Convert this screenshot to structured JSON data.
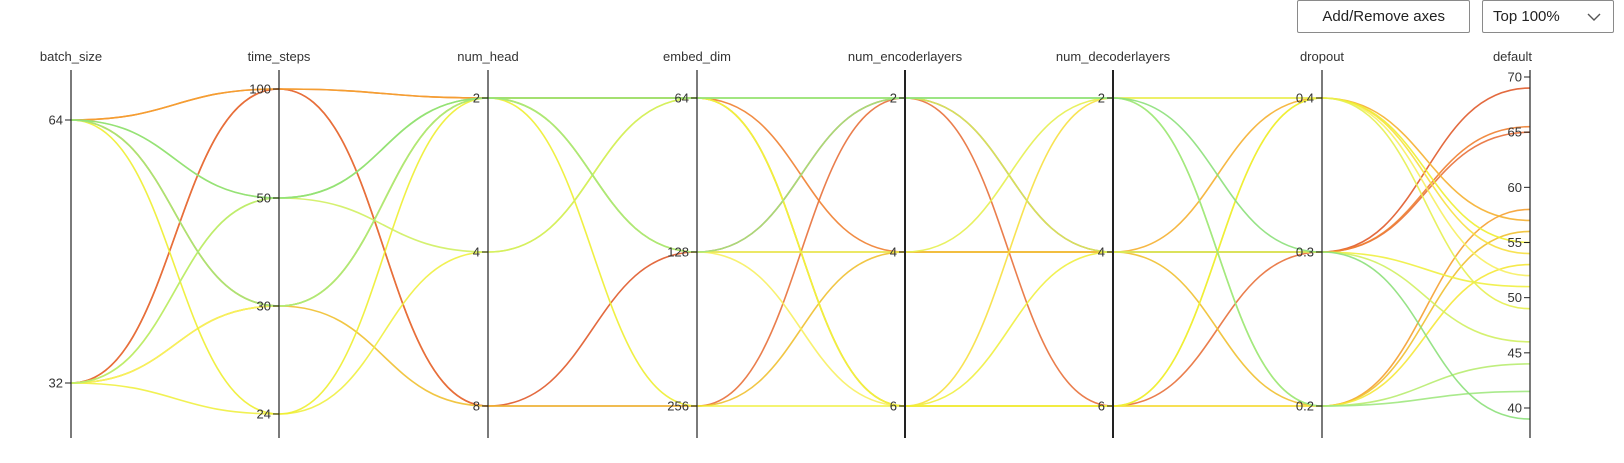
{
  "toolbar": {
    "add_remove_label": "Add/Remove axes",
    "top_select_value": "Top 100%"
  },
  "chart_data": {
    "type": "parallel_coordinates",
    "axes": [
      {
        "name": "batch_size",
        "ticks": [
          32,
          64
        ],
        "range": [
          28,
          70
        ]
      },
      {
        "name": "time_steps",
        "ticks": [
          24,
          30,
          50,
          100
        ],
        "ordinal": [
          24,
          30,
          50,
          100
        ]
      },
      {
        "name": "num_head",
        "ticks": [
          2,
          4,
          8
        ],
        "ordinal": [
          2,
          4,
          8
        ]
      },
      {
        "name": "embed_dim",
        "ticks": [
          64,
          128,
          256
        ],
        "ordinal": [
          64,
          128,
          256
        ]
      },
      {
        "name": "num_encoderlayers",
        "ticks": [
          2,
          4,
          6
        ],
        "ordinal": [
          2,
          4,
          6
        ]
      },
      {
        "name": "num_decoderlayers",
        "ticks": [
          2,
          4,
          6
        ],
        "ordinal": [
          2,
          4,
          6
        ]
      },
      {
        "name": "dropout",
        "ticks": [
          0.2,
          0.3,
          0.4
        ],
        "ordinal": [
          0.2,
          0.3,
          0.4
        ]
      },
      {
        "name": "default",
        "ticks": [
          40,
          45,
          50,
          55,
          60,
          65,
          70
        ],
        "range": [
          38.5,
          71
        ]
      }
    ],
    "runs": [
      {
        "values": [
          32,
          100,
          8,
          128,
          2,
          4,
          0.3,
          69
        ],
        "color": "#e05a2a"
      },
      {
        "values": [
          32,
          100,
          8,
          256,
          2,
          6,
          0.3,
          65
        ],
        "color": "#e8703a"
      },
      {
        "values": [
          64,
          100,
          2,
          64,
          4,
          4,
          0.3,
          65.5
        ],
        "color": "#f08030"
      },
      {
        "values": [
          64,
          100,
          2,
          64,
          6,
          6,
          0.2,
          58
        ],
        "color": "#f5a030"
      },
      {
        "values": [
          64,
          30,
          2,
          128,
          4,
          4,
          0.4,
          57
        ],
        "color": "#f5b030"
      },
      {
        "values": [
          64,
          30,
          8,
          256,
          4,
          4,
          0.2,
          56
        ],
        "color": "#f0c030"
      },
      {
        "values": [
          32,
          30,
          2,
          64,
          6,
          2,
          0.4,
          54
        ],
        "color": "#f7e040"
      },
      {
        "values": [
          32,
          30,
          2,
          64,
          6,
          6,
          0.2,
          53
        ],
        "color": "#f5e838"
      },
      {
        "values": [
          32,
          30,
          2,
          128,
          6,
          6,
          0.4,
          52
        ],
        "color": "#f7f060"
      },
      {
        "values": [
          32,
          24,
          4,
          64,
          6,
          4,
          0.3,
          51
        ],
        "color": "#f0f040"
      },
      {
        "values": [
          64,
          24,
          2,
          256,
          6,
          6,
          0.4,
          55
        ],
        "color": "#eeee30"
      },
      {
        "values": [
          32,
          50,
          2,
          128,
          4,
          2,
          0.4,
          49
        ],
        "color": "#e6f050"
      },
      {
        "values": [
          64,
          50,
          4,
          64,
          2,
          4,
          0.3,
          46
        ],
        "color": "#d0f060"
      },
      {
        "values": [
          32,
          50,
          2,
          64,
          2,
          2,
          0.2,
          44
        ],
        "color": "#b8ec70"
      },
      {
        "values": [
          64,
          30,
          2,
          128,
          2,
          2,
          0.2,
          41.5
        ],
        "color": "#a0e880"
      },
      {
        "values": [
          64,
          50,
          2,
          64,
          2,
          2,
          0.3,
          39
        ],
        "color": "#8ce07a"
      }
    ]
  }
}
